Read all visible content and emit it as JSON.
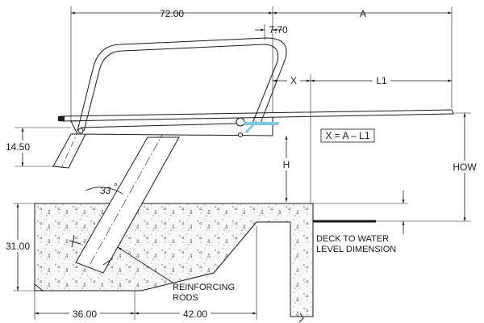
{
  "dimensions": {
    "width_72": "72.00",
    "a": "A",
    "offset_7_70": "7.70",
    "x": "X",
    "l1": "L1",
    "height_14_50": "14.50",
    "h": "H",
    "how": "HOW",
    "angle": "33",
    "depth_31": "31.00",
    "base_36": "36.00",
    "base_42": "42.00"
  },
  "formula": "X = A – L1",
  "notes": {
    "deck_line1": "DECK TO WATER",
    "deck_line2": "LEVEL DIMENSION",
    "rods_line1": "REINFORCING",
    "rods_line2": "RODS"
  },
  "colors": {
    "linework": "#1a1a1a",
    "highlight": "#7ec8e3",
    "concrete_fill": "#f7f7f7"
  }
}
